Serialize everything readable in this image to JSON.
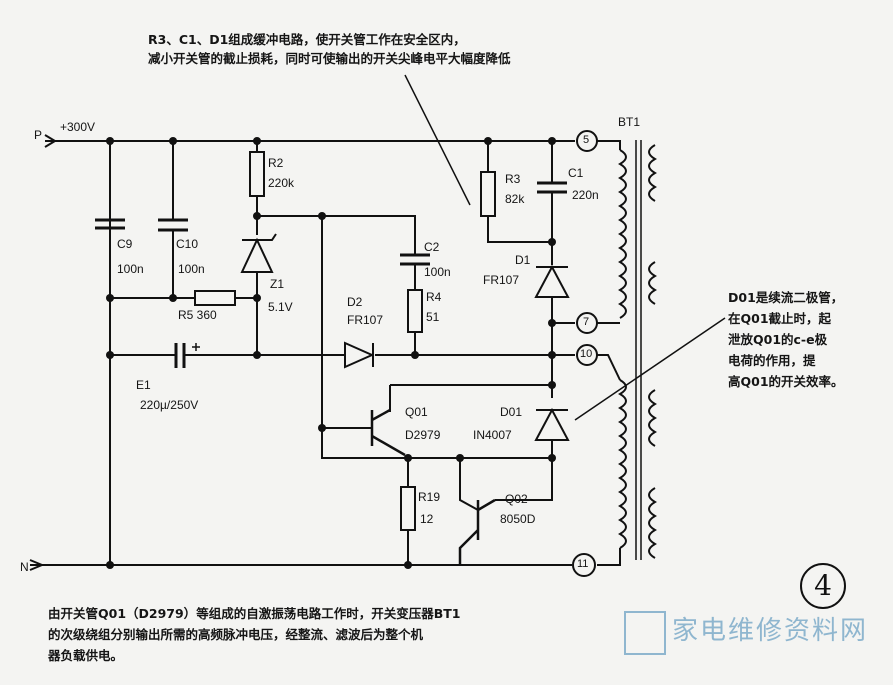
{
  "annotations": {
    "top_line1": "R3、C1、D1组成缓冲电路，使开关管工作在安全区内，",
    "top_line2": "减小开关管的截止损耗，同时可使输出的开关尖峰电平大幅度降低",
    "right_lines": [
      "D01是续流二极管，",
      "在Q01截止时，起",
      "泄放Q01的c-e极",
      "电荷的作用，提",
      "高Q01的开关效率。"
    ],
    "bottom_lines": [
      "由开关管Q01（D2979）等组成的自激振荡电路工作时，开关变压器BT1",
      "的次级绕组分别输出所需的高频脉冲电压，经整流、滤波后为整个机",
      "器负载供电。"
    ]
  },
  "labels": {
    "p": "P",
    "n": "N",
    "v300": "+300V",
    "r2": "R2",
    "r2v": "220k",
    "c9": "C9",
    "c9v": "100n",
    "c10": "C10",
    "c10v": "100n",
    "z1": "Z1",
    "z1v": "5.1V",
    "r5": "R5 360",
    "e1": "E1",
    "e1v": "220µ/250V",
    "d2": "D2",
    "d2v": "FR107",
    "c2": "C2",
    "c2v": "100n",
    "r4": "R4",
    "r4v": "51",
    "q01": "Q01",
    "q01v": "D2979",
    "d01": "D01",
    "d01v": "IN4007",
    "r19": "R19",
    "r19v": "12",
    "q02": "Q02",
    "q02v": "8050D",
    "r3": "R3",
    "r3v": "82k",
    "c1": "C1",
    "c1v": "220n",
    "d1": "D1",
    "d1v": "FR107",
    "bt1": "BT1",
    "pin5": "5",
    "pin7": "7",
    "pin10": "10",
    "pin11": "11"
  },
  "figure_number": "4",
  "watermark": "家电维修资料网"
}
